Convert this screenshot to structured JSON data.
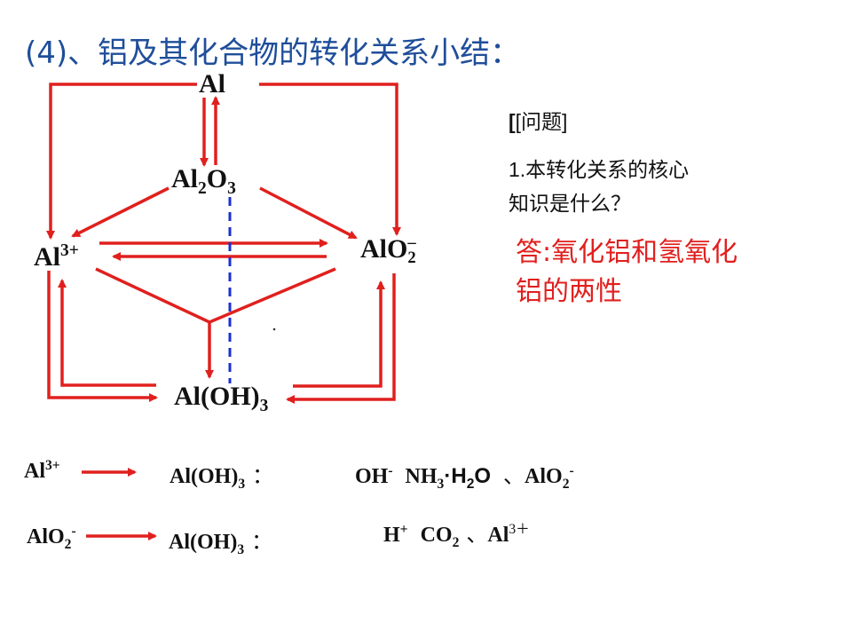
{
  "title": "(4)、铝及其化合物的转化关系小结：",
  "nodes": {
    "al": "Al",
    "al2o3": {
      "a": "Al",
      "s1": "2",
      "b": "O",
      "s2": "3"
    },
    "al3": {
      "a": "Al",
      "sup": "3+"
    },
    "alo2": {
      "a": "AlO",
      "sup": "–",
      "sub": "2"
    },
    "aloh3": {
      "a": "Al(OH)",
      "sub": "3"
    }
  },
  "question": {
    "heading": "[问题]",
    "line1": "1.本转化关系的核心",
    "line2": "知识是什么？"
  },
  "answer": {
    "line1": "答:氧化铝和氢氧化",
    "line2": "铝的两性"
  },
  "equations": {
    "row1": {
      "from": {
        "a": "Al",
        "sup": "3+"
      },
      "to": {
        "a": "Al(OH)",
        "sub": "3",
        "colon": "："
      },
      "reagents": {
        "oh": "OH",
        "oh_sup": "-",
        "nh3": "NH",
        "nh3_sub": "3",
        "dot": "·",
        "h": "H",
        "h_sub": "2",
        "o": "O",
        "sep": "、",
        "alo2": "AlO",
        "alo2_sub": "2",
        "alo2_sup": "-"
      }
    },
    "row2": {
      "from": {
        "a": "AlO",
        "sub": "2",
        "sup": "-"
      },
      "to": {
        "a": "Al(OH)",
        "sub": "3",
        "colon": "："
      },
      "reagents": {
        "h": "H",
        "h_sup": "+",
        "co2": "CO",
        "co2_sub": "2",
        "sep": "、",
        "al": "Al",
        "al_sup": "3＋"
      }
    }
  },
  "colors": {
    "title": "#1f4e9a",
    "arrow": "#e0201e",
    "dashed": "#1a2fd6",
    "answer": "#e0201e",
    "text": "#111111"
  }
}
